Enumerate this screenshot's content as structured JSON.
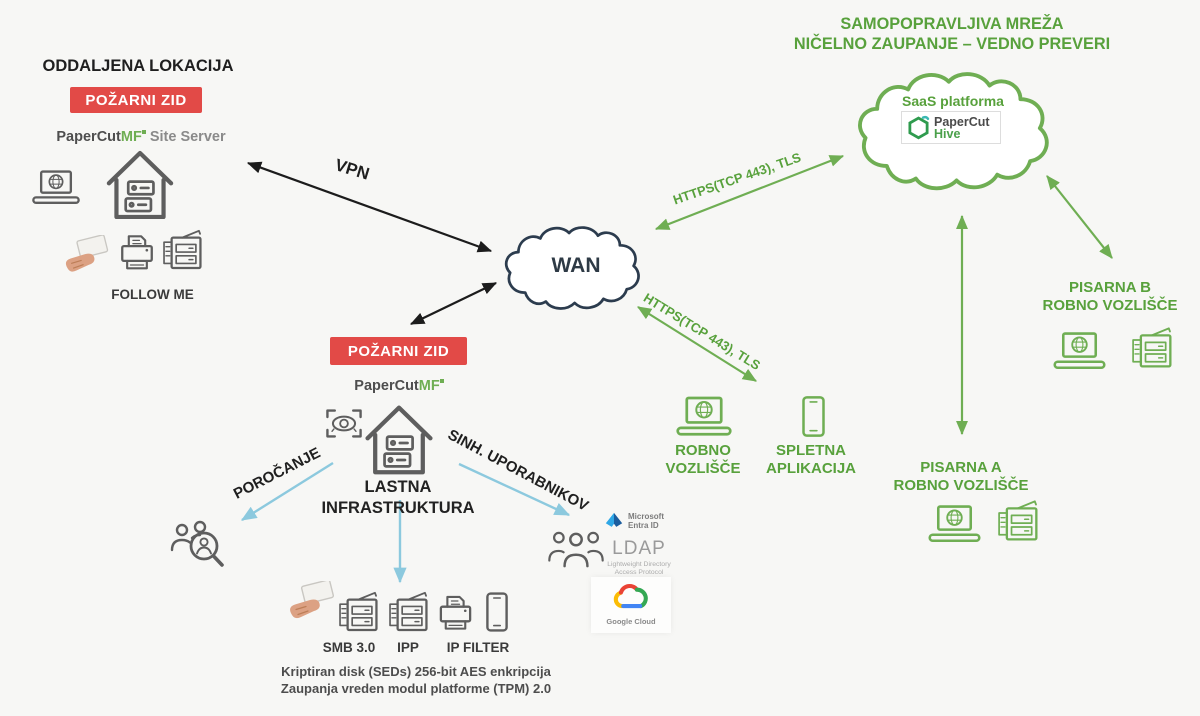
{
  "colors": {
    "accent_green_text": "#58a13c",
    "arrow_green": "#6fae53",
    "firewall_red": "#e24a47",
    "arrow_black": "#1c1c1c",
    "arrow_blue": "#8cc9de",
    "wan_outline_navy": "#2c3c4e"
  },
  "remote_site": {
    "title": "ODDALJENA LOKACIJA",
    "firewall": "POŽARNI ZID",
    "brand": "PaperCut",
    "brand_suffix": "MF",
    "product": "Site Server",
    "follow_me": "FOLLOW ME"
  },
  "vpn_label": "VPN",
  "wan_label": "WAN",
  "https_top": "HTTPS(TCP 443), TLS",
  "https_bottom": "HTTPS(TCP 443), TLS",
  "zero_trust": {
    "line1": "SAMOPOPRAVLJIVA MREŽA",
    "line2": "NIČELNO ZAUPANJE – VEDNO PREVERI"
  },
  "saas_cloud": {
    "title": "SaaS platforma",
    "brand": "PaperCut",
    "product": "Hive"
  },
  "office_b": {
    "line1": "PISARNA B",
    "line2": "ROBNO VOZLIŠČE"
  },
  "office_a": {
    "line1": "PISARNA A",
    "line2": "ROBNO VOZLIŠČE"
  },
  "edge_node": {
    "line1": "ROBNO",
    "line2": "VOZLIŠČE"
  },
  "web_app": {
    "line1": "SPLETNA",
    "line2": "APLIKACIJA"
  },
  "onprem": {
    "firewall": "POŽARNI ZID",
    "brand": "PaperCut",
    "brand_suffix": "MF",
    "title_line1": "LASTNA",
    "title_line2": "INFRASTRUKTURA"
  },
  "flows": {
    "reporting": "POROČANJE",
    "user_sync": "SINH. UPORABNIKOV"
  },
  "protocols": {
    "smb": "SMB 3.0",
    "ipp": "IPP",
    "ip_filter": "IP FILTER"
  },
  "security_notes": {
    "line1": "Kriptiran disk (SEDs) 256-bit AES enkripcija",
    "line2": "Zaupanja vreden modul platforme (TPM) 2.0"
  },
  "directories": {
    "microsoft": "Microsoft",
    "entra": "Entra ID",
    "ldap": "LDAP",
    "ldap_sub1": "Lightweight Directory",
    "ldap_sub2": "Access Protocol",
    "gcloud": "Google Cloud"
  }
}
